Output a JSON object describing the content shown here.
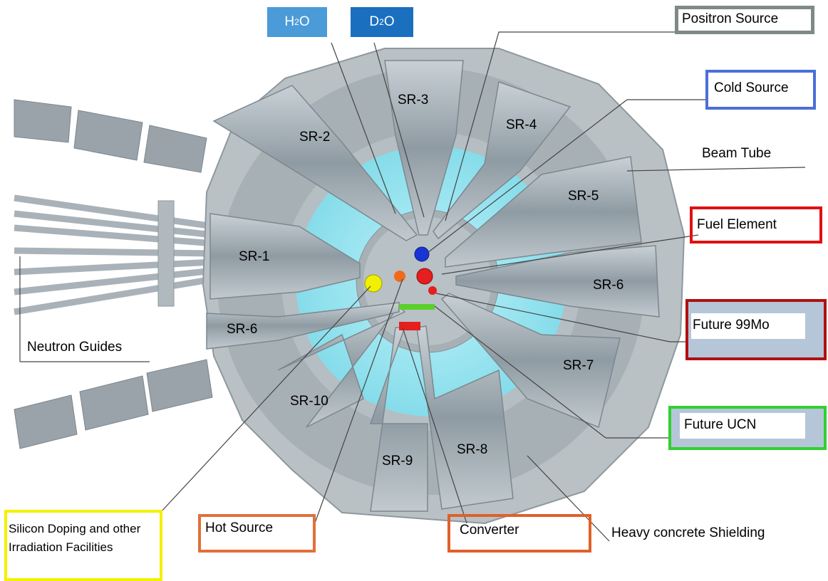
{
  "top_chips": {
    "h2o": {
      "main": "H",
      "sub": "2",
      "tail": "O",
      "color": "#4a9bd8"
    },
    "d2o": {
      "main": "D",
      "sub": "2",
      "tail": "O",
      "color": "#1a6fbf"
    }
  },
  "labels": {
    "positron_source": "Positron Source",
    "cold_source": "Cold Source",
    "beam_tube": "Beam Tube",
    "fuel_element": "Fuel Element",
    "future_99mo": "Future 99Mo",
    "future_ucn": "Future UCN",
    "neutron_guides": "Neutron Guides",
    "silicon_doping": "Silicon Doping and other Irradiation Facilities",
    "hot_source": "Hot Source",
    "converter": "Converter",
    "heavy_concrete": "Heavy concrete Shielding"
  },
  "beam_ports": {
    "sr1": "SR-1",
    "sr2": "SR-2",
    "sr3": "SR-3",
    "sr4": "SR-4",
    "sr5": "SR-5",
    "sr6_right": "SR-6",
    "sr6_left": "SR-6",
    "sr7": "SR-7",
    "sr8": "SR-8",
    "sr9": "SR-9",
    "sr10": "SR-10"
  },
  "colors": {
    "positron_box": "#7f8a85",
    "cold_box": "#4a6fd8",
    "fuel_box": "#e01010",
    "mo_box": "#b01010",
    "ucn_box": "#30d030",
    "silicon_box": "#f5f000",
    "hot_box": "#e0703a",
    "converter_box": "#e0602a",
    "pool": "#9ce8f2",
    "shield": "#c7cdd0",
    "steel": "#9aa6ad"
  }
}
